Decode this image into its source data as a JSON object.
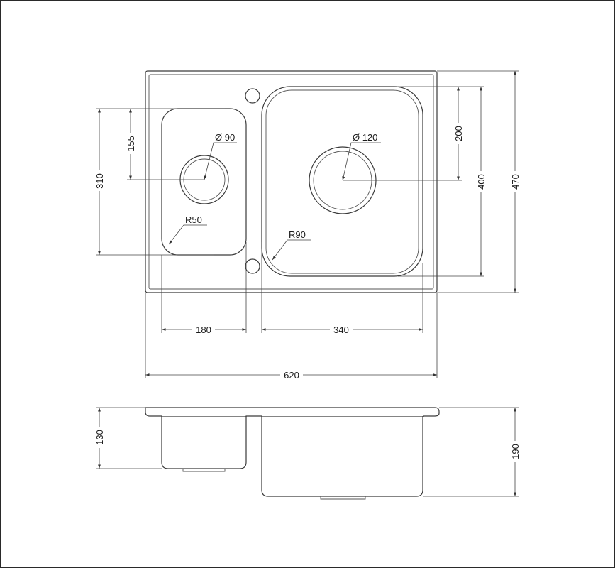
{
  "colors": {
    "line": "#3a3a3a",
    "dimension": "#444444",
    "text": "#1a1a1a",
    "background": "#ffffff"
  },
  "dimensions": {
    "overall_width": "620",
    "overall_depth": "470",
    "small_bowl_width": "180",
    "large_bowl_width": "340",
    "small_bowl_length": "310",
    "small_drain_offset": "155",
    "large_bowl_length": "400",
    "large_drain_offset": "200",
    "small_bowl_depth": "130",
    "large_bowl_depth": "190"
  },
  "annotations": {
    "small_drain_diameter": "Ø 90",
    "large_drain_diameter": "Ø 120",
    "small_corner_radius": "R50",
    "large_corner_radius": "R90"
  }
}
